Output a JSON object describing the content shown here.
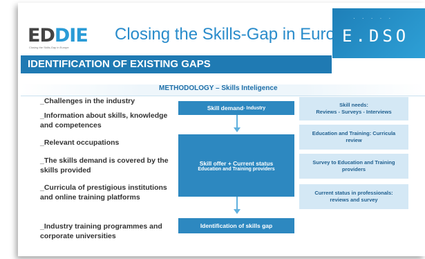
{
  "logo": {
    "ed": "ED",
    "di": "DI",
    "e": "E",
    "tagline": "Closing the Skills-Gap in Europe"
  },
  "header": {
    "title": "Closing the Skills-Gap in Europe",
    "partner": "E.DSO"
  },
  "section": {
    "title": "IDENTIFICATION OF EXISTING GAPS"
  },
  "methodology": {
    "label": "METHODOLOGY – Skills Inteligence"
  },
  "left_items": [
    "_Challenges in the industry",
    "_Information about skills, knowledge and competences",
    "_Relevant occupations",
    "_The skills demand is covered by the skills provided",
    "_Curricula of prestigious institutions and online training platforms",
    "_Industry training programmes and corporate universities"
  ],
  "flow": {
    "demand": "Skill demand",
    "demand_sub": " - Industry",
    "offer": "Skill offer + Current status",
    "offer_sub": "Education and Training providers",
    "gap": "Identification of skills gap"
  },
  "side_boxes": [
    {
      "line1": "Skill needs:",
      "line2": "Reviews - Surveys - Interviews"
    },
    {
      "line1": "Education and Training: Curricula",
      "line2": "review"
    },
    {
      "line1": "Survey to Education and Training",
      "line2": "providers"
    },
    {
      "line1": "Current status in professionals:",
      "line2": "reviews and survey"
    }
  ]
}
